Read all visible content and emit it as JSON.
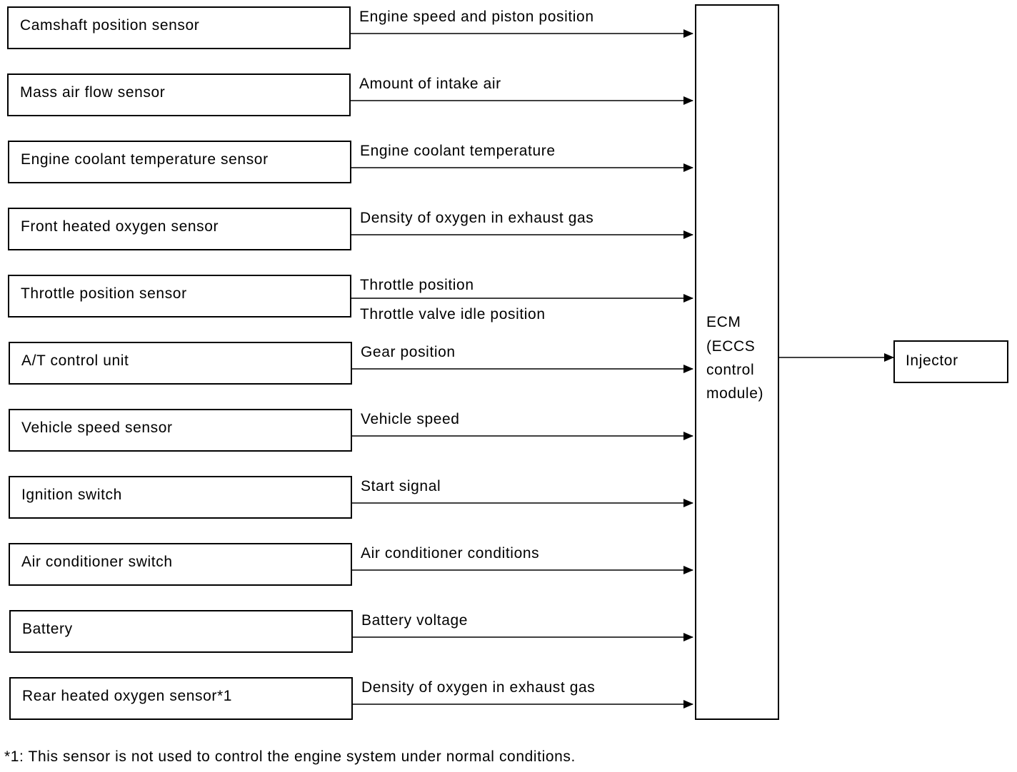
{
  "inputs": [
    {
      "label": "Camshaft position sensor",
      "signals": [
        "Engine speed and piston position"
      ]
    },
    {
      "label": "Mass air flow sensor",
      "signals": [
        "Amount of intake air"
      ]
    },
    {
      "label": "Engine coolant temperature sensor",
      "signals": [
        "Engine coolant temperature"
      ]
    },
    {
      "label": "Front heated oxygen sensor",
      "signals": [
        "Density of oxygen in exhaust gas"
      ]
    },
    {
      "label": "Throttle position sensor",
      "signals": [
        "Throttle position",
        "Throttle valve idle position"
      ]
    },
    {
      "label": "A/T control unit",
      "signals": [
        "Gear position"
      ]
    },
    {
      "label": "Vehicle speed sensor",
      "signals": [
        "Vehicle speed"
      ]
    },
    {
      "label": "Ignition switch",
      "signals": [
        "Start signal"
      ]
    },
    {
      "label": "Air conditioner switch",
      "signals": [
        "Air conditioner conditions"
      ]
    },
    {
      "label": "Battery",
      "signals": [
        "Battery voltage"
      ]
    },
    {
      "label": "Rear heated oxygen sensor*1",
      "signals": [
        "Density of oxygen in exhaust gas"
      ]
    }
  ],
  "ecm": {
    "lines": [
      "ECM",
      "(ECCS",
      "control",
      "module)"
    ]
  },
  "output": {
    "label": "Injector"
  },
  "footnote": "*1: This sensor is not used to control the engine system under normal conditions."
}
